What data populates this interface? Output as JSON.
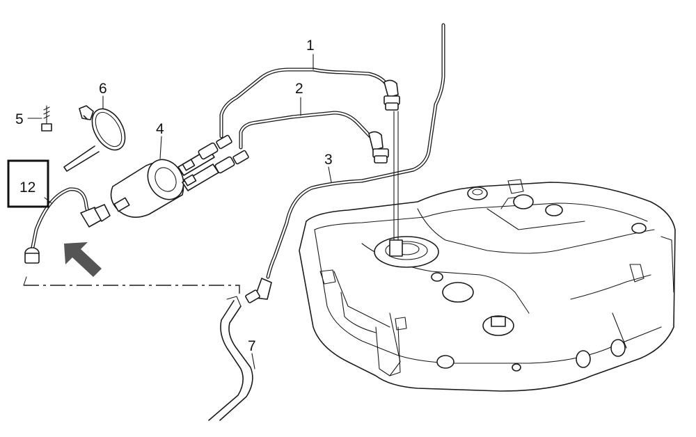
{
  "callouts": [
    {
      "id": "1",
      "text": "1"
    },
    {
      "id": "2",
      "text": "2"
    },
    {
      "id": "3",
      "text": "3"
    },
    {
      "id": "4",
      "text": "4"
    },
    {
      "id": "5",
      "text": "5"
    },
    {
      "id": "6",
      "text": "6"
    },
    {
      "id": "7",
      "text": "7"
    },
    {
      "id": "12",
      "text": "12"
    }
  ],
  "icons": {
    "direction_arrow": "arrow-up-left-icon",
    "arrow_color": "#555555"
  },
  "colors": {
    "line": "#1a1a1a",
    "background": "#ffffff"
  }
}
